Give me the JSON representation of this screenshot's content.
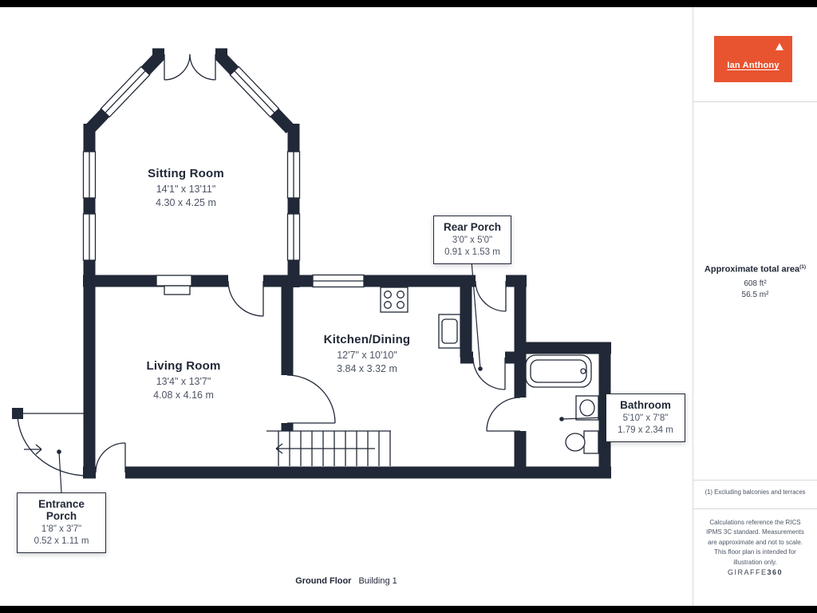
{
  "meta": {
    "floor": "Ground Floor",
    "building": "Building 1"
  },
  "rooms": {
    "sitting": {
      "name": "Sitting Room",
      "imperial": "14'1\" x 13'11\"",
      "metric": "4.30 x 4.25 m"
    },
    "living": {
      "name": "Living Room",
      "imperial": "13'4\" x 13'7\"",
      "metric": "4.08 x 4.16 m"
    },
    "kitchen": {
      "name": "Kitchen/Dining",
      "imperial": "12'7\" x 10'10\"",
      "metric": "3.84 x 3.32 m"
    },
    "rear_porch": {
      "name": "Rear Porch",
      "imperial": "3'0\" x 5'0\"",
      "metric": "0.91 x 1.53 m"
    },
    "bathroom": {
      "name": "Bathroom",
      "imperial": "5'10\" x 7'8\"",
      "metric": "1.79 x 2.34 m"
    },
    "entrance_porch": {
      "name": "Entrance Porch",
      "imperial": "1'8\" x 3'7\"",
      "metric": "0.52 x 1.11 m"
    }
  },
  "sidebar": {
    "logo_text": "Ian Anthony",
    "area_label": "Approximate total area",
    "area_superscript": "(1)",
    "area_ft": "608 ft²",
    "area_m": "56.5 m²",
    "footnote": "(1) Excluding balconies and terraces",
    "disclaimer": "Calculations reference the RICS IPMS 3C standard. Measurements are approximate and not to scale. This floor plan is intended for illustration only.",
    "brand": "GIRAFFE",
    "brand_suffix": "360"
  },
  "colors": {
    "wall": "#212837",
    "accent": "#E95430",
    "divider": "#d9d9d9"
  }
}
